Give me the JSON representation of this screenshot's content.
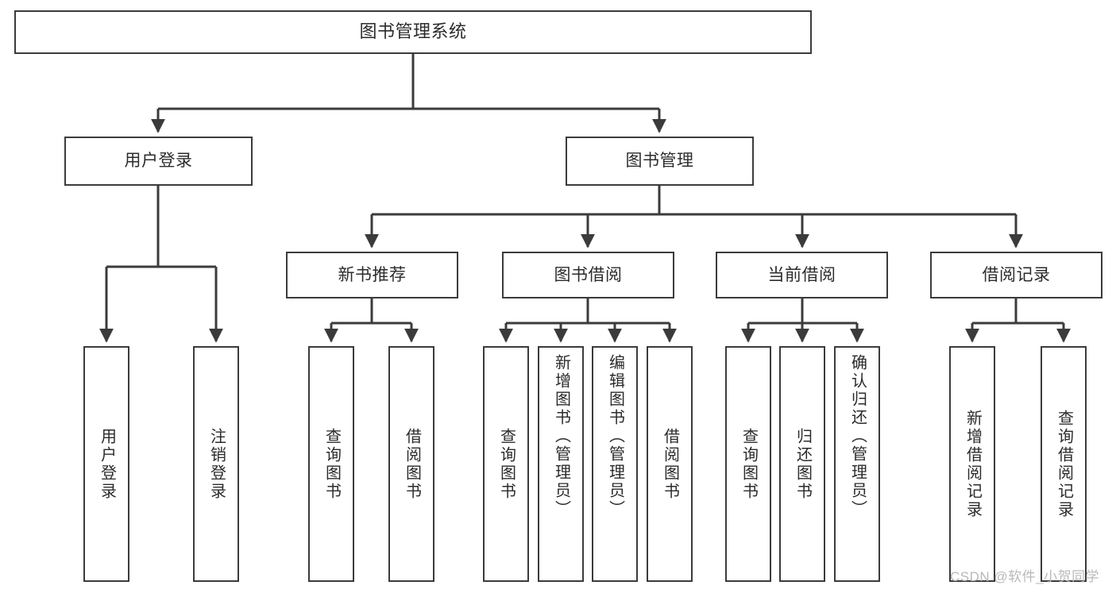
{
  "diagram": {
    "type": "tree",
    "title": "图书管理系统",
    "orientation": "top-down",
    "colors": {
      "box_border": "#3b3b3b",
      "box_fill": "#ffffff",
      "connector": "#3b3b3b",
      "text": "#2b2b2b",
      "background": "#ffffff",
      "watermark": "#b9b9b9"
    },
    "root": {
      "label": "图书管理系统"
    },
    "level2": [
      {
        "label": "用户登录"
      },
      {
        "label": "图书管理"
      }
    ],
    "level3": [
      {
        "label": "新书推荐"
      },
      {
        "label": "图书借阅"
      },
      {
        "label": "当前借阅"
      },
      {
        "label": "借阅记录"
      }
    ],
    "leaves": {
      "user_login": [
        {
          "label": "用户登录"
        },
        {
          "label": "注销登录"
        }
      ],
      "new_book_recommend": [
        {
          "label": "查询图书"
        },
        {
          "label": "借阅图书"
        }
      ],
      "book_borrow": [
        {
          "label": "查询图书"
        },
        {
          "label": "新增图书（管理员）"
        },
        {
          "label": "编辑图书（管理员）"
        },
        {
          "label": "借阅图书"
        }
      ],
      "current_borrow": [
        {
          "label": "查询图书"
        },
        {
          "label": "归还图书"
        },
        {
          "label": "确认归还（管理员）"
        }
      ],
      "borrow_record": [
        {
          "label": "新增借阅记录"
        },
        {
          "label": "查询借阅记录"
        }
      ]
    },
    "watermark": "CSDN @软件_小贺同学"
  }
}
